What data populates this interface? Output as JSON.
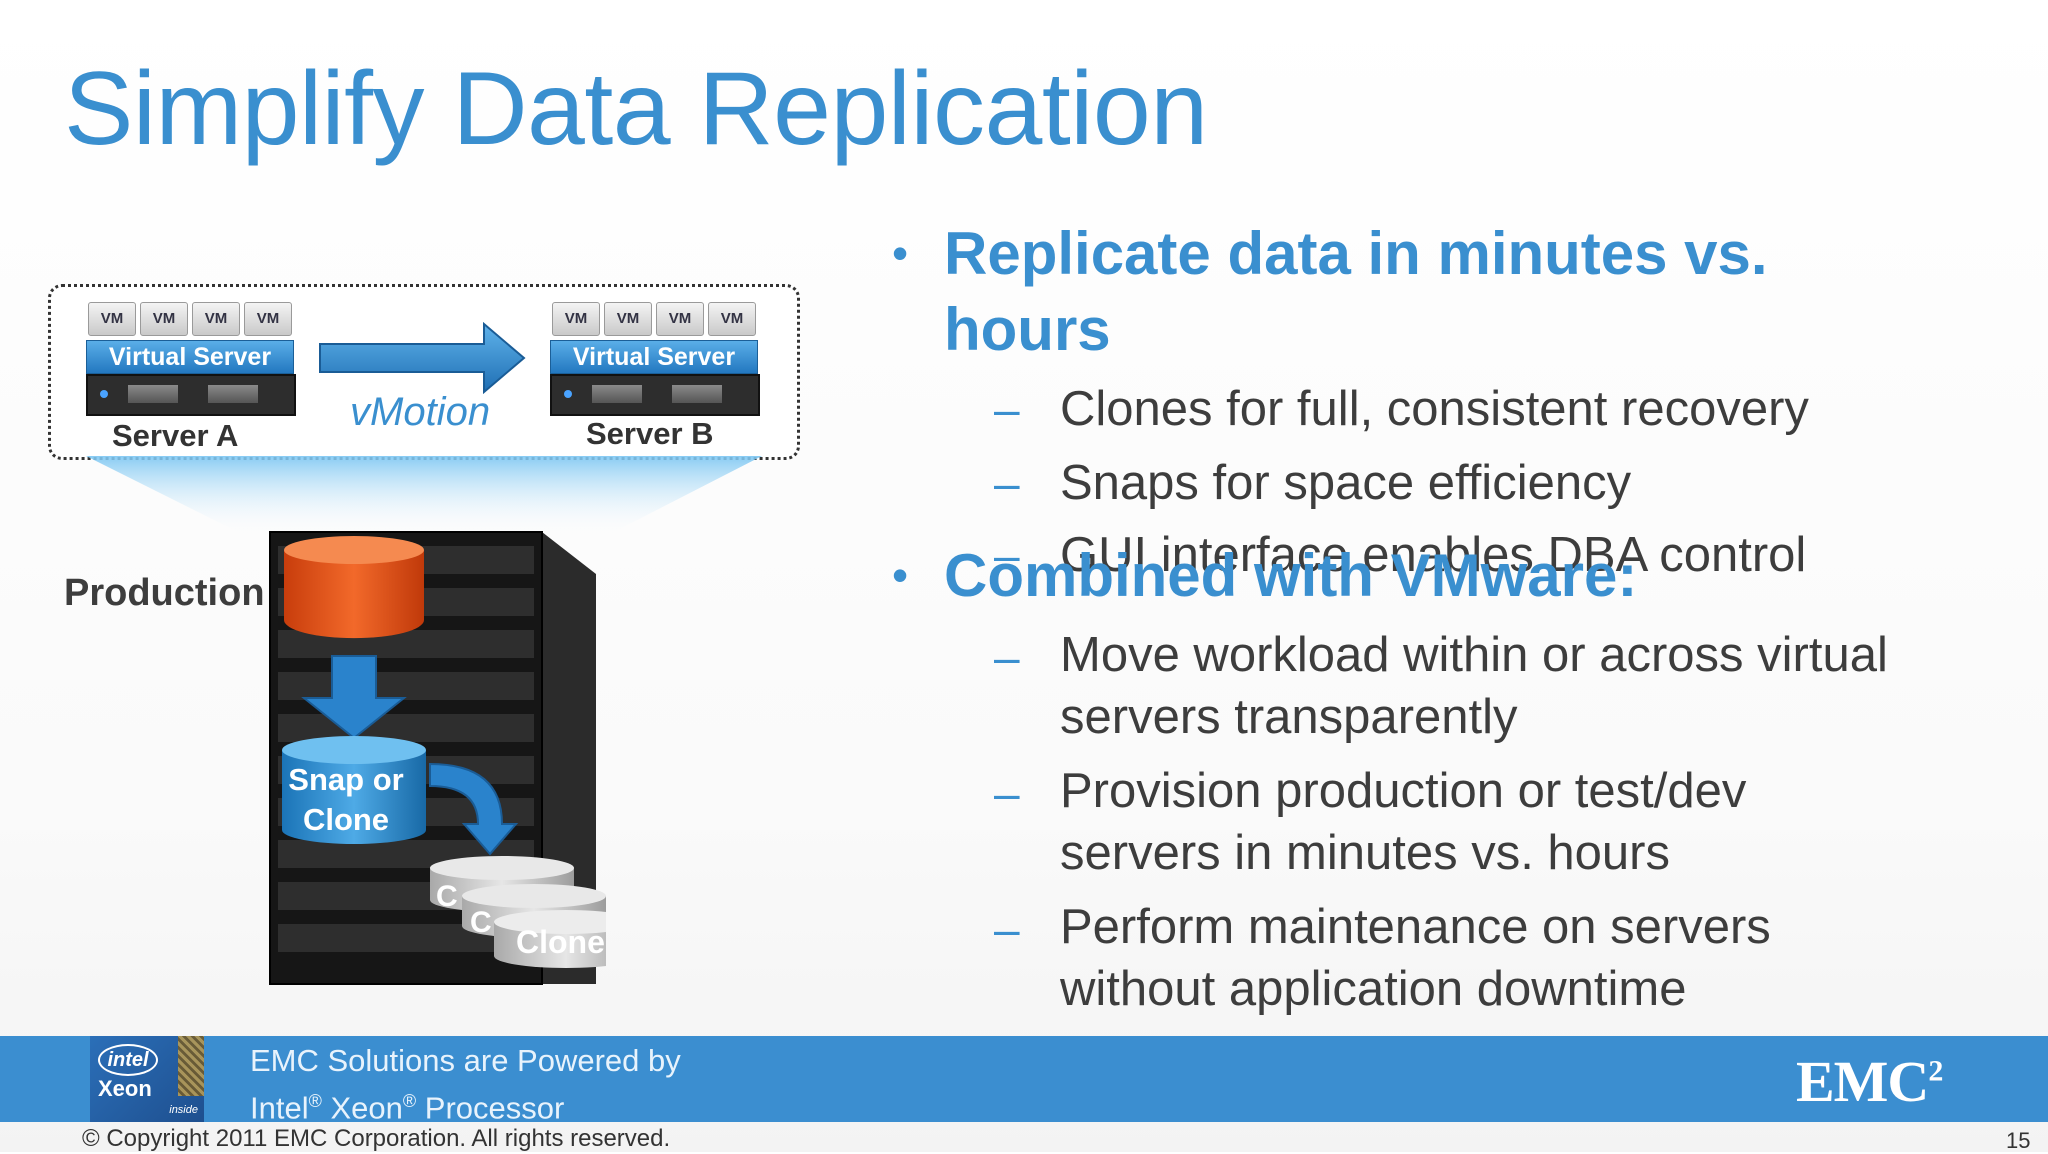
{
  "slide": {
    "title": "Simplify Data Replication",
    "page_number": "15"
  },
  "diagram": {
    "vm_label": "VM",
    "virtual_server_label": "Virtual Server",
    "server_a": "Server A",
    "server_b": "Server B",
    "vmotion": "vMotion",
    "production": "Production",
    "snap_or_clone_line1": "Snap or",
    "snap_or_clone_line2": "Clone",
    "clone_partial_1": "C",
    "clone_partial_2": "C",
    "clone_label": "Clone"
  },
  "bullets": [
    {
      "text_line1": "Replicate data in minutes vs.",
      "text_line2": "hours",
      "subs": [
        "Clones for full, consistent recovery",
        "Snaps for space efficiency",
        "GUI interface enables DBA control"
      ]
    },
    {
      "text_line1": "Combined with VMware:",
      "subs": [
        {
          "l1": "Move workload within or across virtual",
          "l2": "servers transparently"
        },
        {
          "l1": "Provision production or test/dev",
          "l2": "servers in minutes vs. hours"
        },
        {
          "l1": "Perform maintenance on servers",
          "l2": "without application downtime"
        }
      ]
    }
  ],
  "footer": {
    "line1": "EMC Solutions are Powered by",
    "line2_a": "Intel",
    "line2_b": " Xeon",
    "line2_c": " Processor",
    "reg": "®",
    "intel_logo_top": "intel",
    "intel_logo_mid": "Xeon",
    "intel_logo_bottom": "inside",
    "emc_logo": "EMC",
    "emc_logo_sup": "2",
    "copyright": "© Copyright 2011 EMC Corporation. All rights reserved."
  },
  "colors": {
    "accent": "#3a8fcf",
    "body_text": "#3d3d3d",
    "footer_bar": "#3b8ed0",
    "production_disk": "#e8531a"
  }
}
